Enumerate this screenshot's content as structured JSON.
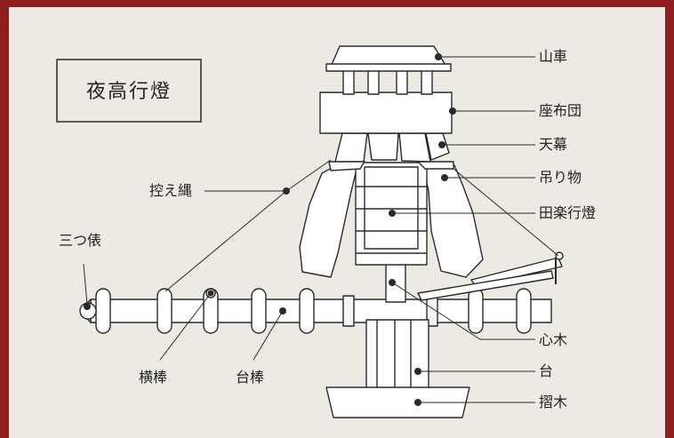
{
  "title": "夜高行燈",
  "labels": {
    "yamaguruma": "山車",
    "zabuton": "座布団",
    "tenmaku": "天幕",
    "tsurimono": "吊り物",
    "dengaku_andon": "田楽行燈",
    "hikaenawa": "控え縄",
    "mitsudawara": "三つ俵",
    "yokobo": "横棒",
    "daibo": "台棒",
    "shingi": "心木",
    "dai": "台",
    "suriki": "摺木"
  },
  "colors": {
    "frame": "#8e1f1f",
    "paper": "#eceae3",
    "part_fill": "#ffffff",
    "line": "#2a2a2a"
  }
}
